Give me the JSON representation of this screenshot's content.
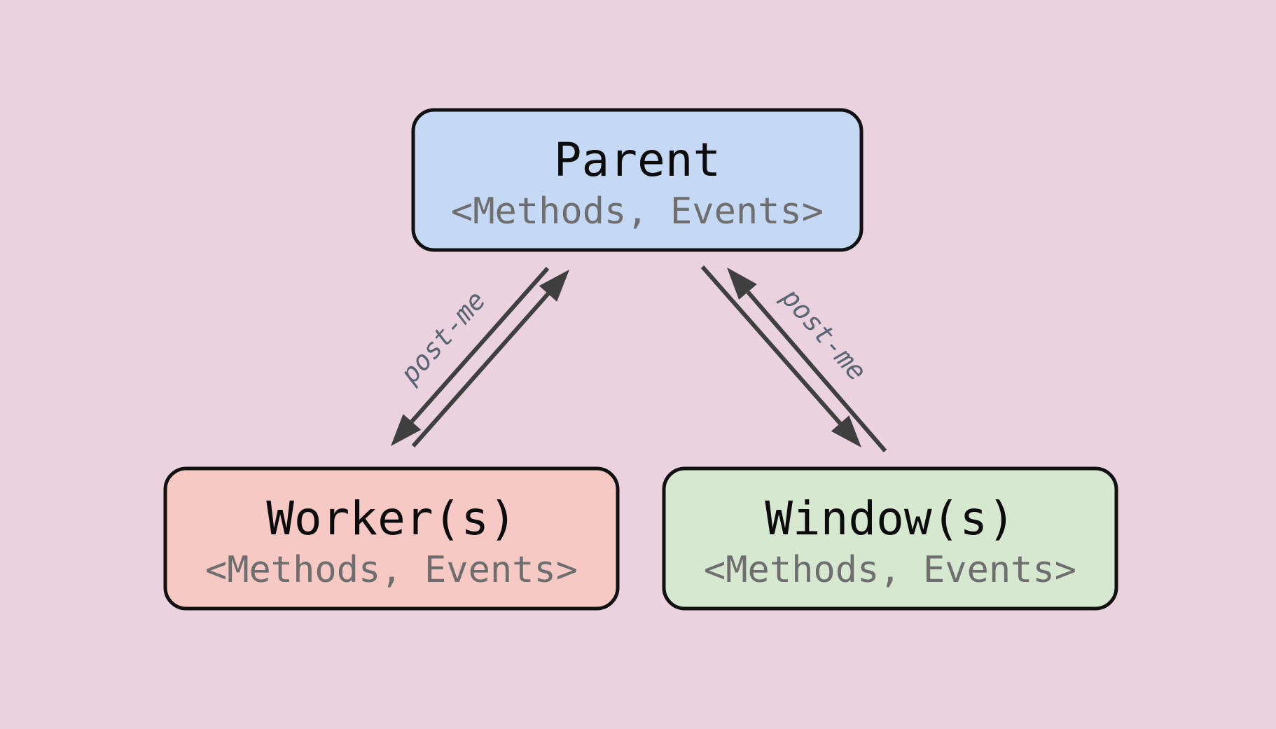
{
  "diagram": {
    "colors": {
      "background": "#ead2de",
      "node_border": "#111111",
      "title_text": "#0c0c0c",
      "subtitle_text": "#6e6e6e",
      "arrow": "#3f3f3f",
      "edge_label_text": "#5a6573"
    },
    "nodes": {
      "parent": {
        "title": "Parent",
        "subtitle": "<Methods, Events>",
        "fill": "#c5d8f4"
      },
      "worker": {
        "title": "Worker(s)",
        "subtitle": "<Methods, Events>",
        "fill": "#f6c9c4"
      },
      "window": {
        "title": "Window(s)",
        "subtitle": "<Methods, Events>",
        "fill": "#d6e8d0"
      }
    },
    "edges": {
      "parent_worker": {
        "label": "post-me"
      },
      "parent_window": {
        "label": "post-me"
      }
    }
  }
}
